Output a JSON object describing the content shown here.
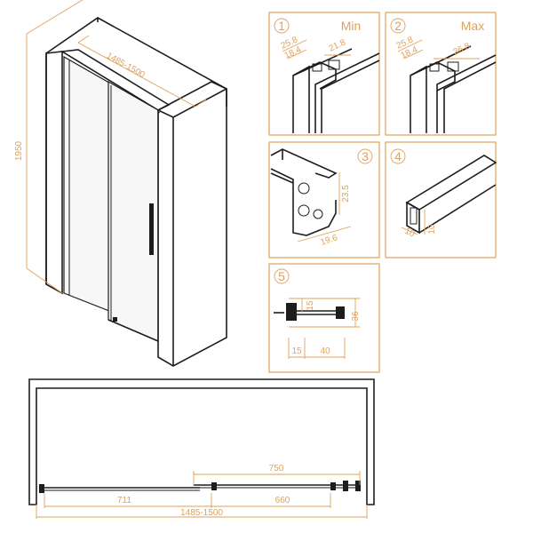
{
  "colors": {
    "line": "#1d1d1d",
    "dimension": "#e0a25a",
    "background": "#ffffff"
  },
  "main_view": {
    "height": "1950",
    "width": "1485-1500"
  },
  "details": [
    {
      "number": "1",
      "label": "Min",
      "dims": [
        "25.8",
        "18.4",
        "21.8"
      ]
    },
    {
      "number": "2",
      "label": "Max",
      "dims": [
        "25.8",
        "18.4",
        "36.8"
      ]
    },
    {
      "number": "3",
      "dims": [
        "23.5",
        "19.6"
      ]
    },
    {
      "number": "4",
      "dims": [
        "10",
        "10"
      ]
    },
    {
      "number": "5",
      "dims": [
        "15",
        "36",
        "15",
        "40"
      ]
    }
  ],
  "plan_view": {
    "top_dim": "750",
    "left_dim": "711",
    "right_dim": "660",
    "total_dim": "1485-1500"
  }
}
